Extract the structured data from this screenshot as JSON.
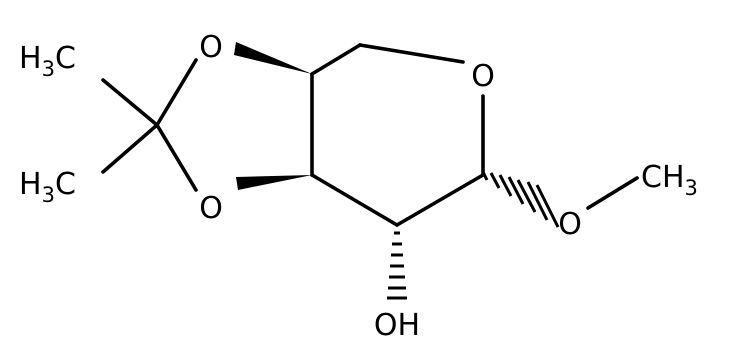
{
  "molecule": {
    "atoms": {
      "ring_oxygen": {
        "label": "O"
      },
      "dioxolane_oxygen_top": {
        "label": "O"
      },
      "dioxolane_oxygen_bottom": {
        "label": "O"
      },
      "methoxy_oxygen": {
        "label": "O"
      },
      "methoxy_methyl": {
        "main": "CH",
        "sub": "3"
      },
      "gem_methyl_top": {
        "main": "H",
        "sub": "3",
        "tail": "C"
      },
      "gem_methyl_bottom": {
        "main": "H",
        "sub": "3",
        "tail": "C"
      },
      "hydroxyl": {
        "label": "OH"
      }
    }
  }
}
